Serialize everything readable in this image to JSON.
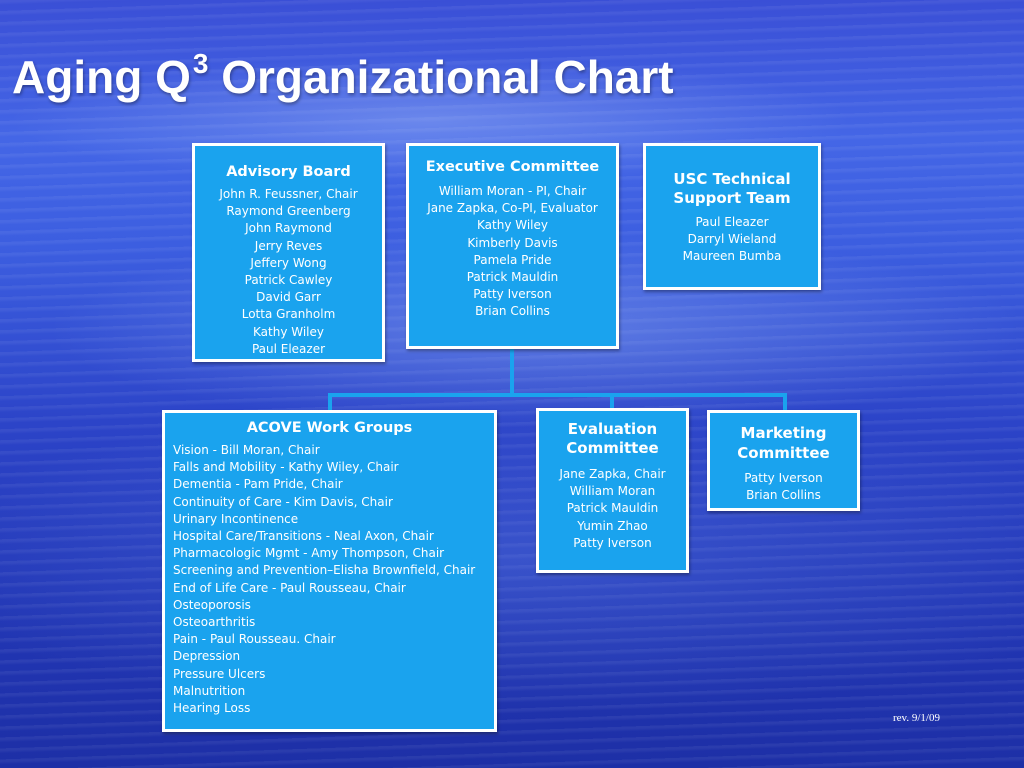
{
  "title": {
    "main": "Aging Q",
    "sup": "3",
    "rest": " Organizational Chart"
  },
  "advisory": {
    "title": "Advisory Board",
    "members": [
      "John R. Feussner, Chair",
      "Raymond Greenberg",
      "John Raymond",
      "Jerry Reves",
      "Jeffery Wong",
      "Patrick Cawley",
      "David Garr",
      "Lotta Granholm",
      "Kathy Wiley",
      "Paul Eleazer"
    ]
  },
  "executive": {
    "title": "Executive Committee",
    "members": [
      "William Moran - PI, Chair",
      "Jane Zapka, Co-PI, Evaluator",
      "Kathy Wiley",
      "Kimberly Davis",
      "Pamela Pride",
      "Patrick Mauldin",
      "Patty Iverson",
      "Brian Collins"
    ]
  },
  "usc": {
    "title_line1": "USC Technical",
    "title_line2": "Support Team",
    "members": [
      "Paul Eleazer",
      "Darryl Wieland",
      "Maureen Bumba"
    ]
  },
  "acove": {
    "title": "ACOVE Work Groups",
    "groups": [
      "Vision - Bill Moran, Chair",
      "Falls and Mobility - Kathy Wiley, Chair",
      "Dementia - Pam Pride, Chair",
      "Continuity of Care - Kim Davis, Chair",
      "Urinary Incontinence",
      "Hospital Care/Transitions - Neal Axon, Chair",
      "Pharmacologic Mgmt - Amy Thompson, Chair",
      "Screening and Prevention–Elisha Brownfield, Chair",
      "End of Life Care - Paul Rousseau, Chair",
      "Osteoporosis",
      "Osteoarthritis",
      "Pain - Paul Rousseau. Chair",
      "Depression",
      "Pressure Ulcers",
      "Malnutrition",
      "Hearing Loss"
    ]
  },
  "evaluation": {
    "title_line1": "Evaluation",
    "title_line2": "Committee",
    "members": [
      "Jane Zapka, Chair",
      "William Moran",
      "Patrick Mauldin",
      "Yumin Zhao",
      "Patty Iverson"
    ]
  },
  "marketing": {
    "title_line1": "Marketing",
    "title_line2": "Committee",
    "members": [
      "Patty Iverson",
      "Brian Collins"
    ]
  },
  "revision": "rev. 9/1/09"
}
